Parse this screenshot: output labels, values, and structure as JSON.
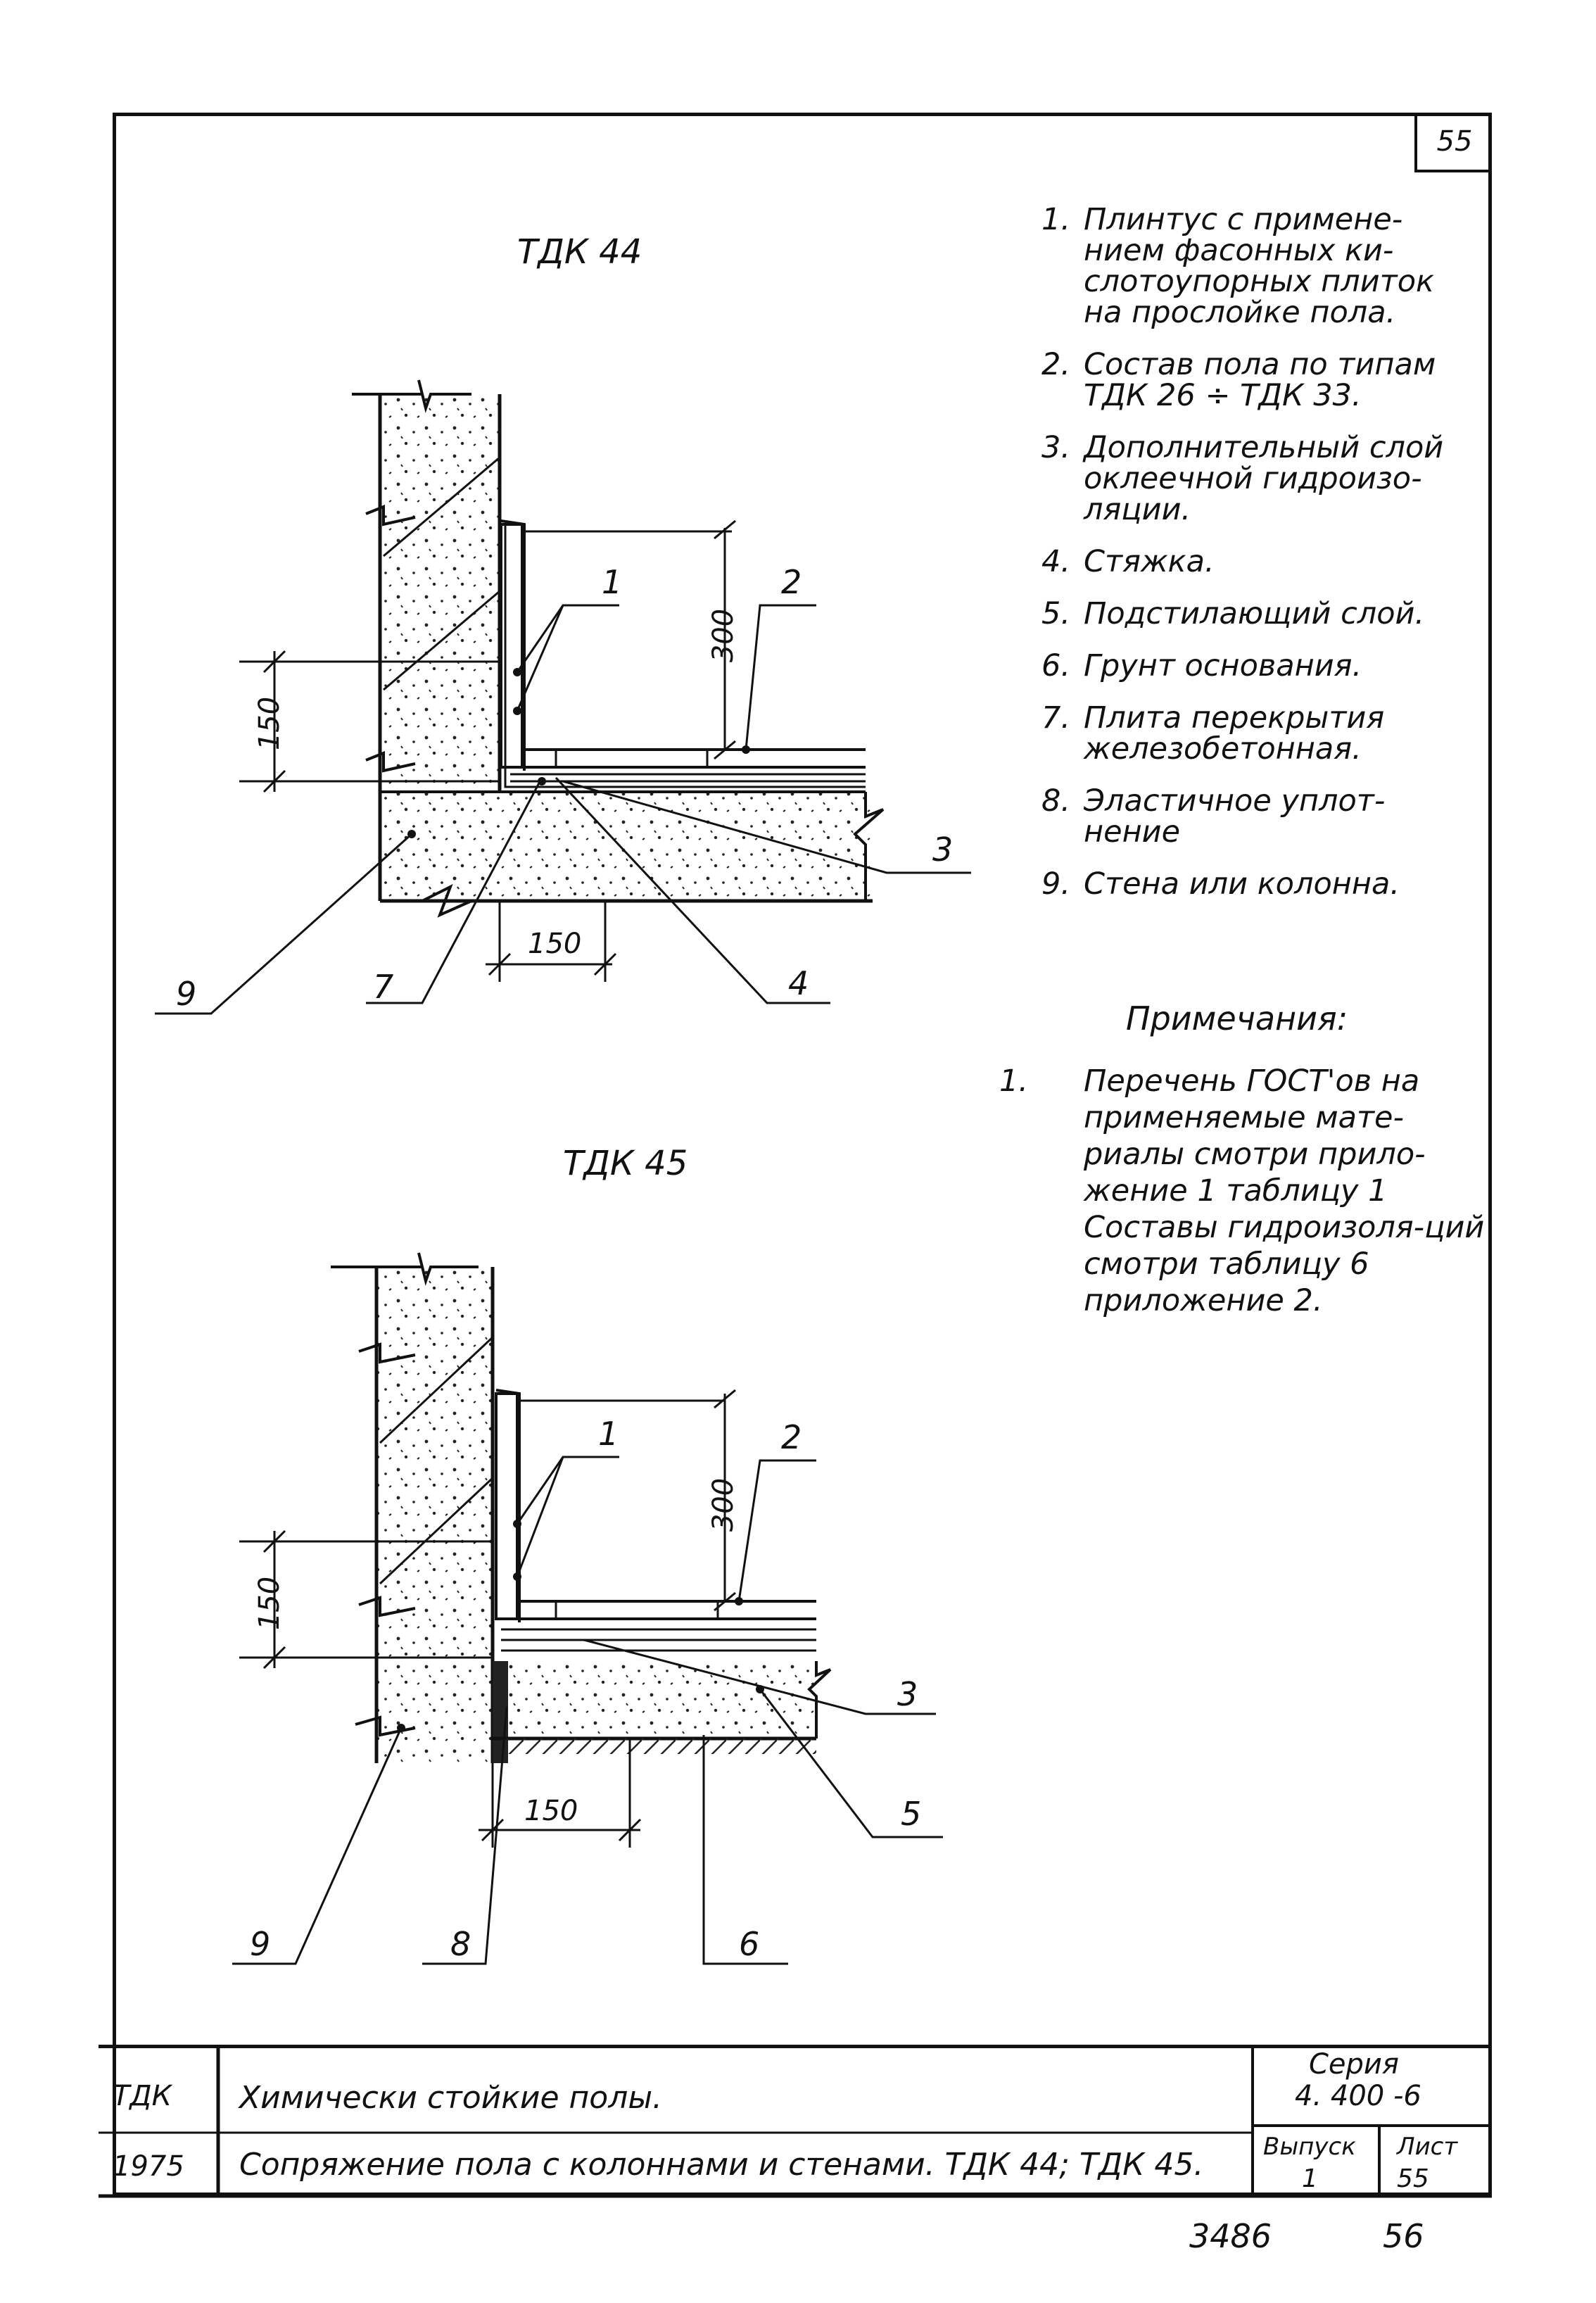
{
  "sheet_no": "55",
  "detail_a": {
    "title": "ТДК 44",
    "callouts": [
      "1",
      "2",
      "3",
      "4",
      "7",
      "9"
    ],
    "dims": [
      "300",
      "150",
      "150"
    ]
  },
  "detail_b": {
    "title": "ТДК 45",
    "callouts": [
      "1",
      "2",
      "3",
      "5",
      "6",
      "8",
      "9"
    ],
    "dims": [
      "300",
      "150",
      "150"
    ]
  },
  "legend": [
    {
      "num": "1.",
      "text": "Плинтус с примене-нием фасонных ки-слотоупорных плиток на прослойке пола."
    },
    {
      "num": "2.",
      "text": "Состав пола по типам ТДК 26 ÷ ТДК 33."
    },
    {
      "num": "3.",
      "text": "Дополнительный слой оклеечной гидроизо-ляции."
    },
    {
      "num": "4.",
      "text": "Стяжка."
    },
    {
      "num": "5.",
      "text": "Подстилающий слой."
    },
    {
      "num": "6.",
      "text": "Грунт основания."
    },
    {
      "num": "7.",
      "text": "Плита перекрытия железобетонная."
    },
    {
      "num": "8.",
      "text": "Эластичное уплот-нение"
    },
    {
      "num": "9.",
      "text": "Стена или колонна."
    }
  ],
  "notes_heading": "Примечания:",
  "notes": [
    {
      "num": "1.",
      "text": "Перечень ГОСТ'ов на применяемые мате-риалы смотри прило-жение 1 таблицу 1 Составы гидроизоля-ций смотри таблицу 6 приложение 2."
    }
  ],
  "title_block": {
    "code": "ТДК",
    "year": "1975",
    "line1": "Химически стойкие полы.",
    "line2": "Сопряжение пола с колоннами и стенами. ТДК 44; ТДК 45.",
    "series_label": "Серия",
    "series_value": "4. 400 -6",
    "issue_label": "Выпуск",
    "issue_value": "1",
    "sheet_label": "Лист",
    "sheet_value": "55"
  },
  "below_frame": {
    "left": "3486",
    "right": "56"
  }
}
